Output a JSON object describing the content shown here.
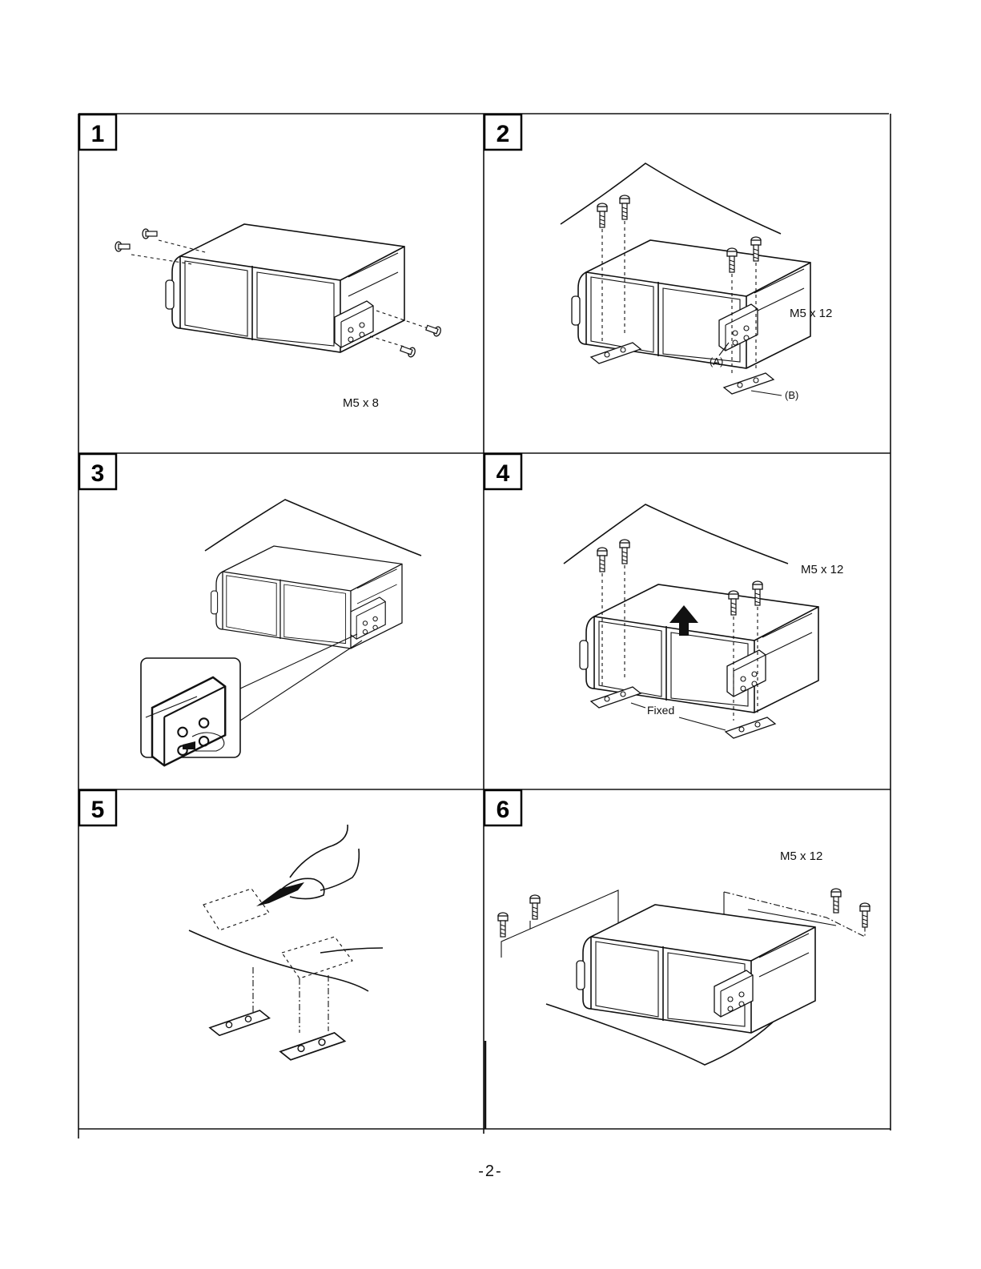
{
  "panels": [
    {
      "number": "1",
      "caption": "M5 x 8"
    },
    {
      "number": "2",
      "caption": "M5 x 12",
      "label_a": "(A)",
      "label_b": "(B)"
    },
    {
      "number": "3"
    },
    {
      "number": "4",
      "caption": "M5 x 12",
      "label_fixed": "Fixed"
    },
    {
      "number": "5"
    },
    {
      "number": "6",
      "caption": "M5 x 12"
    }
  ],
  "footer": {
    "page_number": "-2-"
  },
  "icons": [
    "screw-icon",
    "up-arrow-icon",
    "scissors-hand-icon",
    "mounting-plate-icon"
  ]
}
